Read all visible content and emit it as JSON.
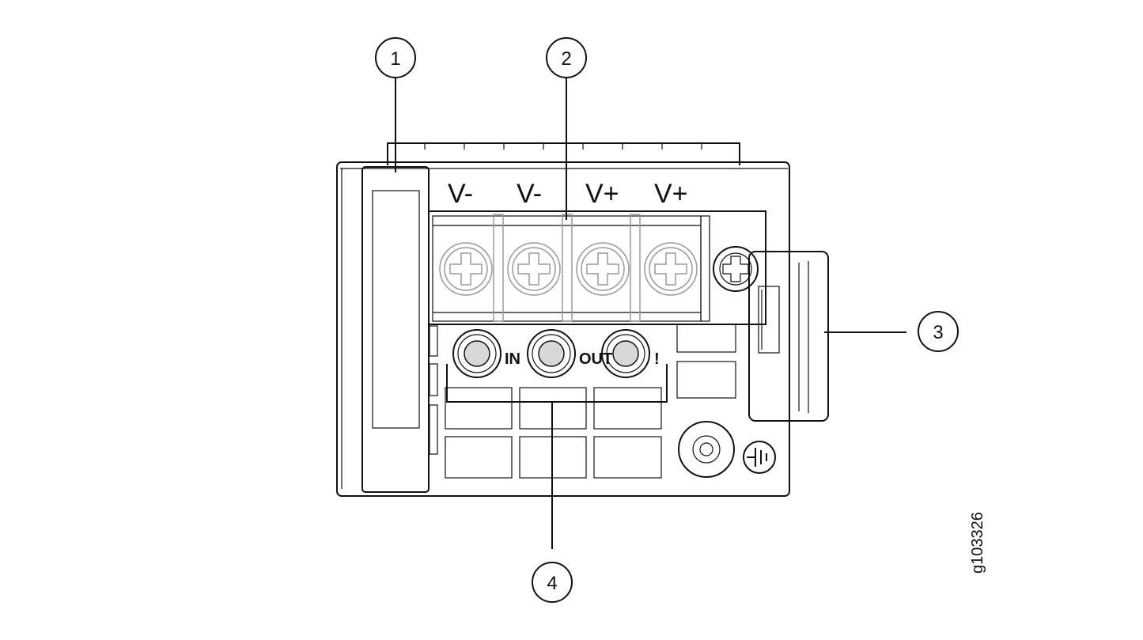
{
  "figure_id": "g103326",
  "callouts": [
    {
      "number": "1"
    },
    {
      "number": "2"
    },
    {
      "number": "3"
    },
    {
      "number": "4"
    }
  ],
  "terminal_labels": [
    "V-",
    "V-",
    "V+",
    "V+"
  ],
  "led_labels": [
    "IN",
    "OUT",
    "!"
  ],
  "colors": {
    "line": "#111111",
    "screw": "#9a9a9a",
    "led_fill": "#d8d8d8"
  }
}
